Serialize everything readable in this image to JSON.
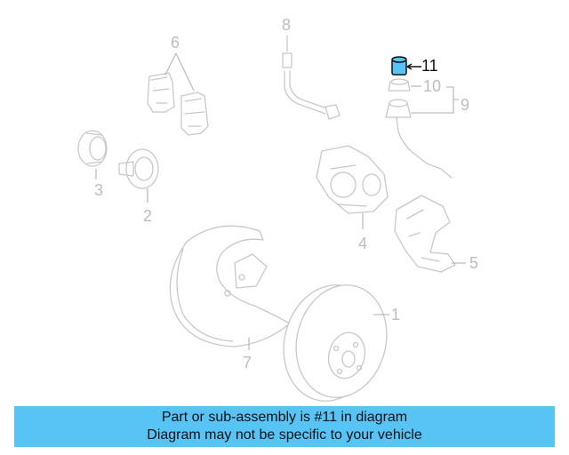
{
  "callouts": {
    "n1": "1",
    "n2": "2",
    "n3": "3",
    "n4": "4",
    "n5": "5",
    "n6": "6",
    "n7": "7",
    "n8": "8",
    "n9": "9",
    "n10": "10",
    "n11": "11"
  },
  "highlight": {
    "part_number": "11",
    "color": "#58c4f6"
  },
  "banner": {
    "line1": "Part or sub-assembly is #11 in diagram",
    "line2": "Diagram may not be specific to your vehicle",
    "color": "#58c4f6"
  }
}
